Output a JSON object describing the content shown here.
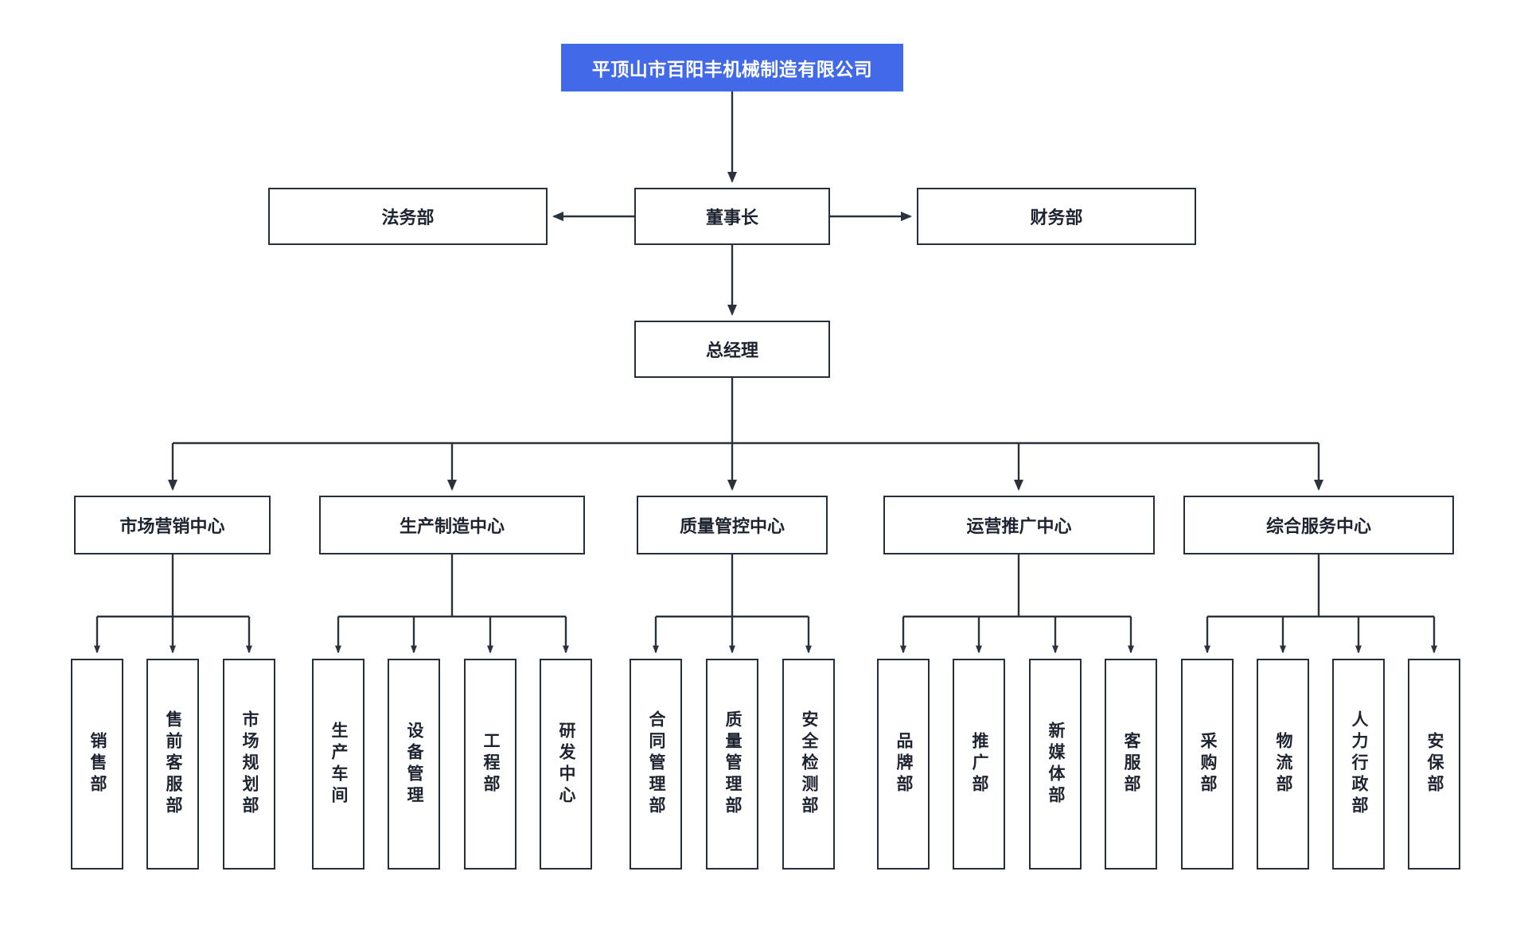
{
  "theme": {
    "root_fill": "#4169e8",
    "root_text": "#ffffff",
    "box_border": "#262f3d",
    "box_fill": "#ffffff",
    "box_text": "#1d2430",
    "edge_color": "#2b323c",
    "page_bg": "#ffffff"
  },
  "chart_data": {
    "type": "diagram",
    "subtype": "organization-chart",
    "title": "平顶山市百阳丰机械制造有限公司",
    "orientation": "top-down",
    "levels": 4
  },
  "org": {
    "root": {
      "label": "平顶山市百阳丰机械制造有限公司"
    },
    "chairman": {
      "label": "董事长"
    },
    "legal": {
      "label": "法务部"
    },
    "finance": {
      "label": "财务部"
    },
    "general_manager": {
      "label": "总经理"
    },
    "centers": [
      {
        "label": "市场营销中心",
        "children": [
          {
            "label": "销售部"
          },
          {
            "label": "售前客服部"
          },
          {
            "label": "市场规划部"
          }
        ]
      },
      {
        "label": "生产制造中心",
        "children": [
          {
            "label": "生产车间"
          },
          {
            "label": "设备管理"
          },
          {
            "label": "工程部"
          },
          {
            "label": "研发中心"
          }
        ]
      },
      {
        "label": "质量管控中心",
        "children": [
          {
            "label": "合同管理部"
          },
          {
            "label": "质量管理部"
          },
          {
            "label": "安全检测部"
          }
        ]
      },
      {
        "label": "运营推广中心",
        "children": [
          {
            "label": "品牌部"
          },
          {
            "label": "推广部"
          },
          {
            "label": "新媒体部"
          },
          {
            "label": "客服部"
          }
        ]
      },
      {
        "label": "综合服务中心",
        "children": [
          {
            "label": "采购部"
          },
          {
            "label": "物流部"
          },
          {
            "label": "人力行政部"
          },
          {
            "label": "安保部"
          }
        ]
      }
    ]
  }
}
